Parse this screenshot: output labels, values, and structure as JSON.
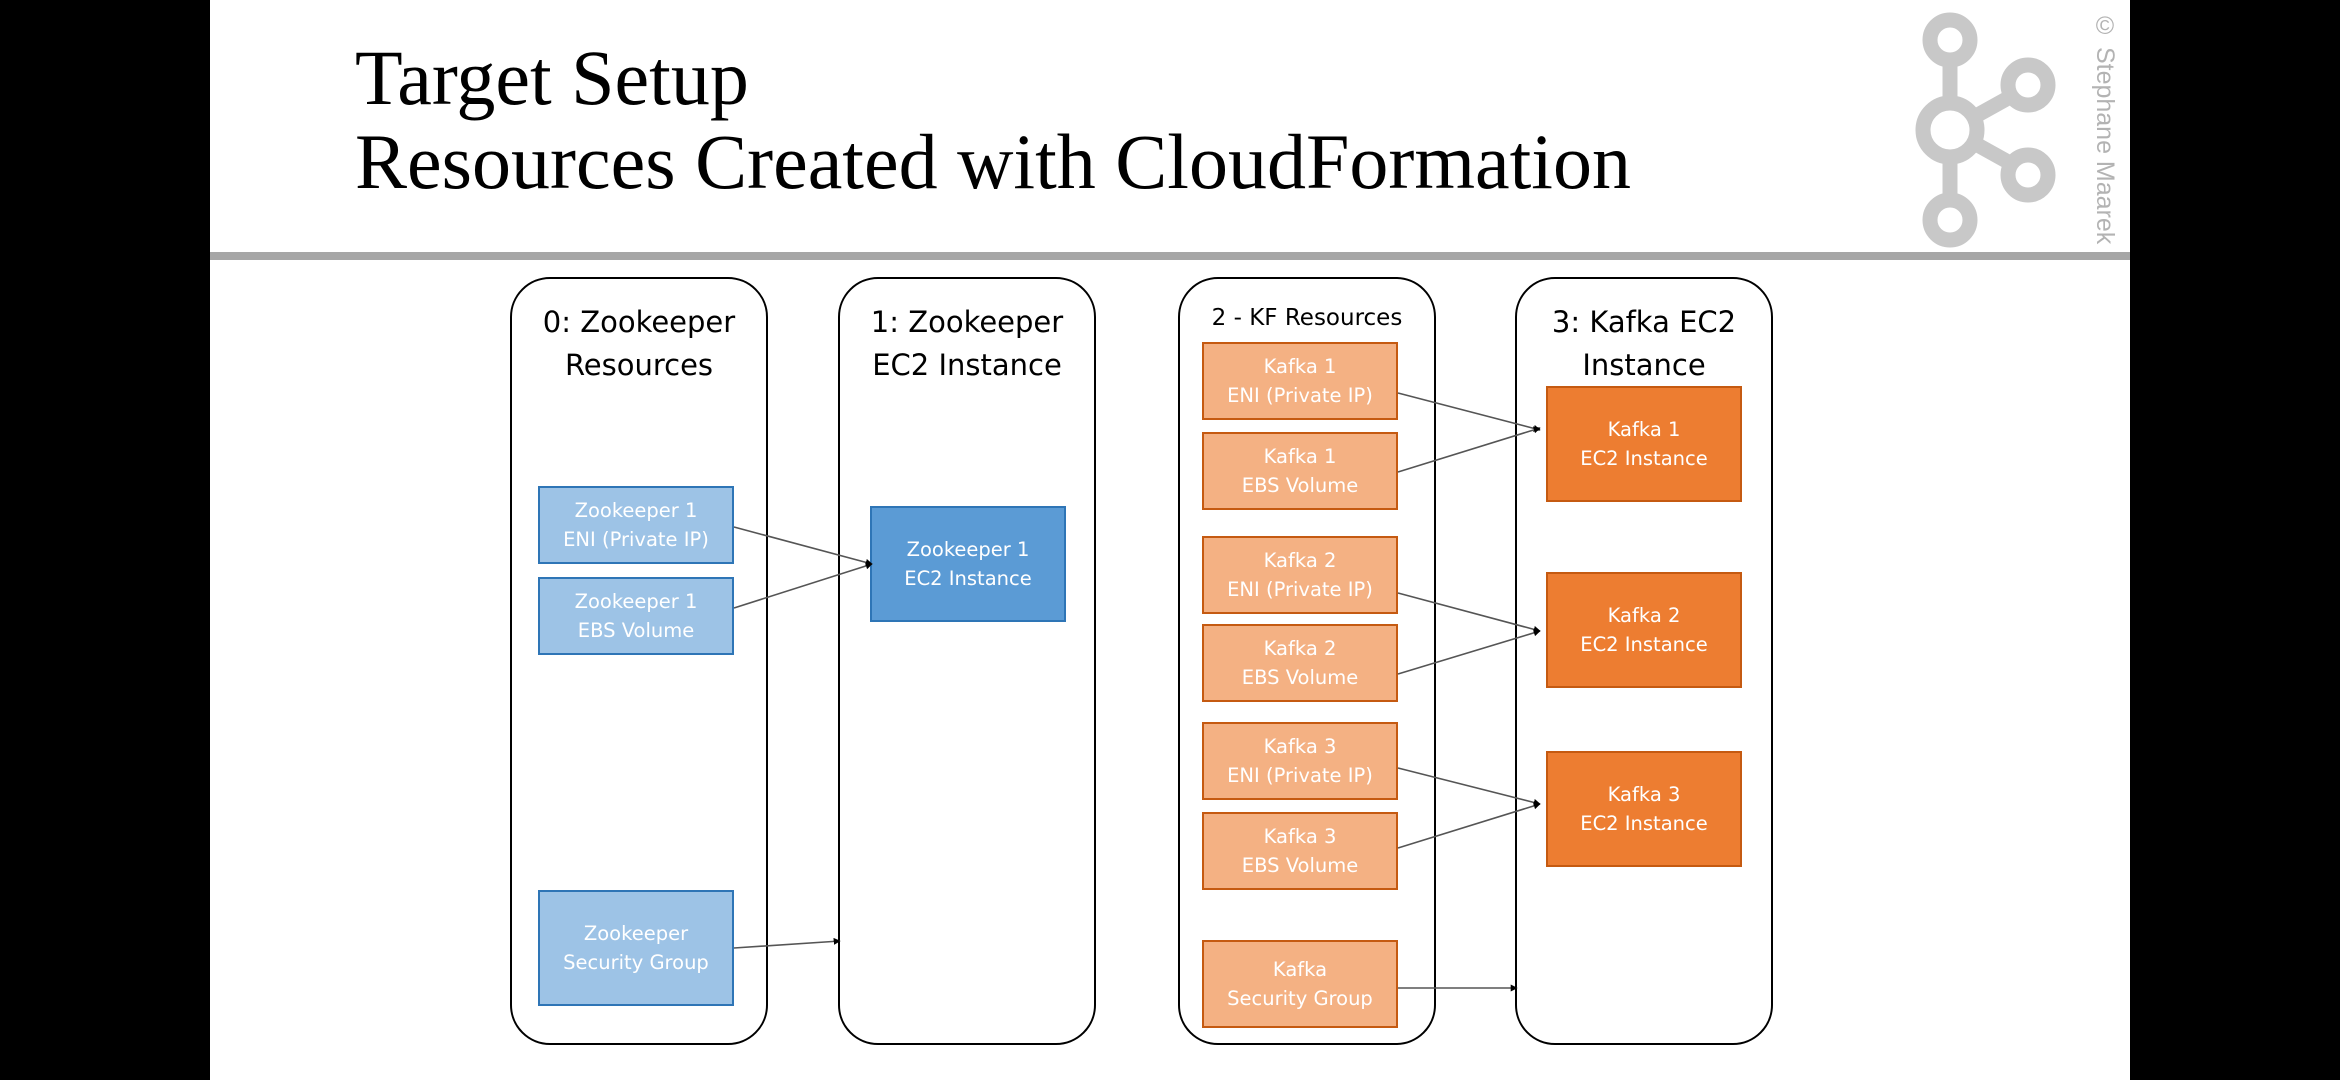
{
  "title": {
    "line1": "Target Setup",
    "line2": "Resources Created with CloudFormation"
  },
  "copyright": "© Stephane Maarek",
  "logo": {
    "icon": "kafka-logo-icon",
    "color": "#c8c8c8"
  },
  "colors": {
    "zookeeper_light": "#9dc3e6",
    "zookeeper_dark": "#5b9bd5",
    "kafka_light": "#f4b183",
    "kafka_dark": "#ed7d31",
    "rule": "#a6a6a6"
  },
  "lanes": [
    {
      "title": "0: Zookeeper\nResources"
    },
    {
      "title": "1: Zookeeper\nEC2 Instance"
    },
    {
      "title": "2 - KF Resources"
    },
    {
      "title": "3: Kafka EC2\nInstance"
    }
  ],
  "zookeeper": {
    "eni": {
      "line1": "Zookeeper 1",
      "line2": "ENI (Private IP)"
    },
    "ebs": {
      "line1": "Zookeeper 1",
      "line2": "EBS Volume"
    },
    "sg": {
      "line1": "Zookeeper",
      "line2": "Security Group"
    },
    "ec2": {
      "line1": "Zookeeper 1",
      "line2": "EC2 Instance"
    }
  },
  "kafka_resources": [
    {
      "line1": "Kafka 1",
      "line2": "ENI (Private IP)"
    },
    {
      "line1": "Kafka 1",
      "line2": "EBS Volume"
    },
    {
      "line1": "Kafka 2",
      "line2": "ENI (Private IP)"
    },
    {
      "line1": "Kafka 2",
      "line2": "EBS Volume"
    },
    {
      "line1": "Kafka 3",
      "line2": "ENI (Private IP)"
    },
    {
      "line1": "Kafka 3",
      "line2": "EBS Volume"
    },
    {
      "line1": "Kafka",
      "line2": "Security Group"
    }
  ],
  "kafka_instances": [
    {
      "line1": "Kafka 1",
      "line2": "EC2 Instance"
    },
    {
      "line1": "Kafka 2",
      "line2": "EC2 Instance"
    },
    {
      "line1": "Kafka 3",
      "line2": "EC2 Instance"
    }
  ]
}
